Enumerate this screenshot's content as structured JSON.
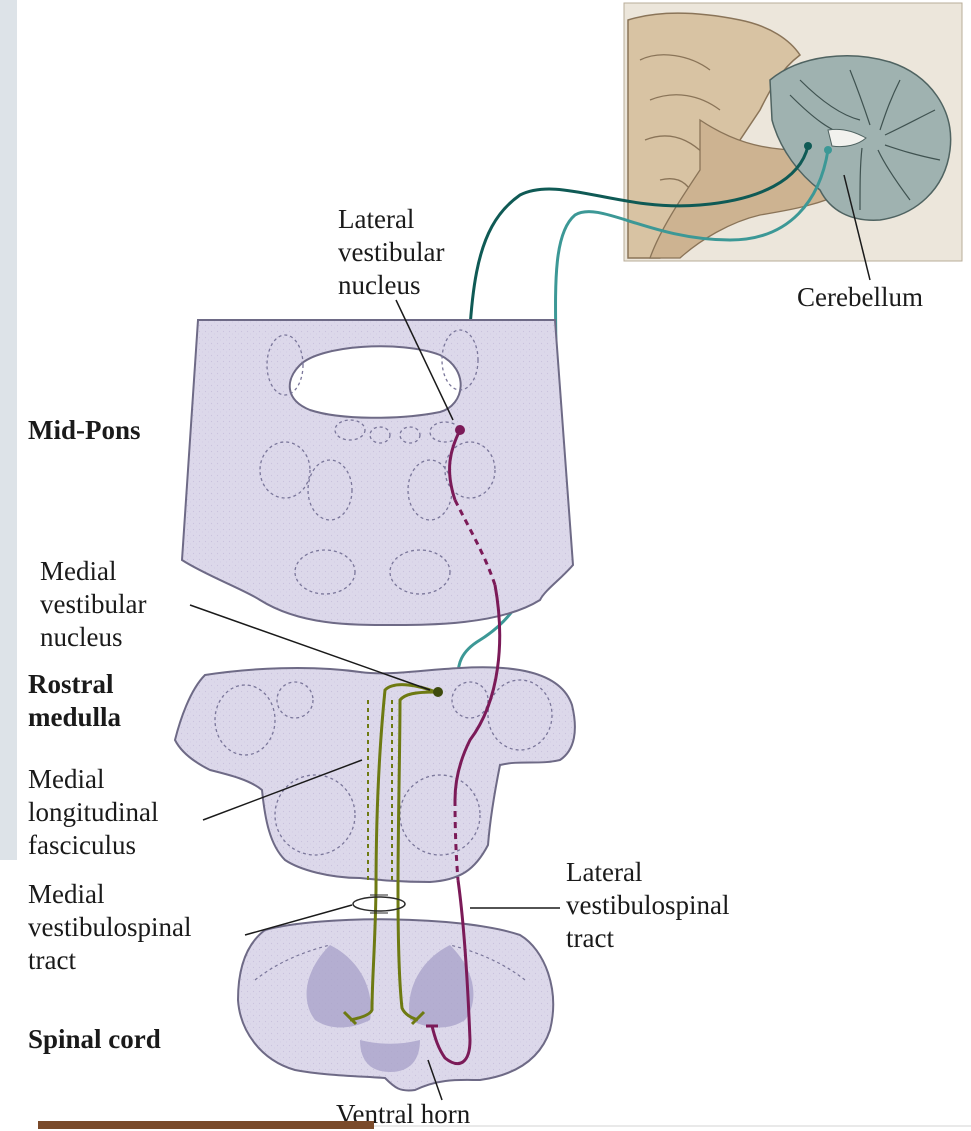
{
  "labels": {
    "lateral_vestibular_nucleus": [
      "Lateral",
      "vestibular",
      "nucleus"
    ],
    "cerebellum": "Cerebellum",
    "mid_pons": "Mid-Pons",
    "medial_vestibular_nucleus": [
      "Medial",
      "vestibular",
      "nucleus"
    ],
    "rostral_medulla": [
      "Rostral",
      "medulla"
    ],
    "medial_longitudinal_fasciculus": [
      "Medial",
      "longitudinal",
      "fasciculus"
    ],
    "medial_vestibulospinal_tract": [
      "Medial",
      "vestibulospinal",
      "tract"
    ],
    "lateral_vestibulospinal_tract": [
      "Lateral",
      "vestibulospinal",
      "tract"
    ],
    "spinal_cord": "Spinal cord",
    "ventral_horn": "Ventral horn"
  },
  "colors": {
    "section_fill": "#dcd8ea",
    "section_stroke": "#6e6a86",
    "brain_tan": "#d8c3a3",
    "cerebellum": "#9fb2b0",
    "lateral_pathway": "#7b1a58",
    "medial_pathway": "#6e7a12",
    "cerebellar_output_dark": "#0f5a55",
    "cerebellar_output_light": "#3c9896"
  }
}
